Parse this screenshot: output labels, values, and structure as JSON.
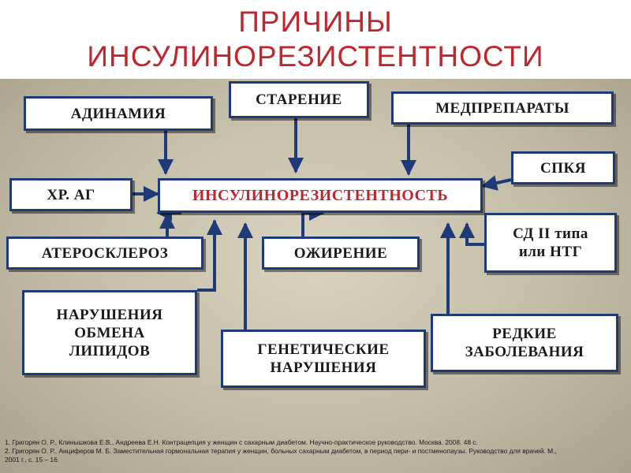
{
  "title": {
    "line1": "ПРИЧИНЫ",
    "line2": "ИНСУЛИНОРЕЗИСТЕНТНОСТИ"
  },
  "center": "ИНСУЛИНОРЕЗИСТЕНТНОСТЬ",
  "causes": {
    "adinamia": "АДИНАМИЯ",
    "starenie": "СТАРЕНИЕ",
    "medpreparaty": "МЕДПРЕПАРАТЫ",
    "spkya": "СПКЯ",
    "hr_ag": "ХР. АГ",
    "sd2_line1": "СД II типа",
    "sd2_line2": "или НТГ",
    "ateroskleroz": "АТЕРОСКЛЕРОЗ",
    "ozhirenie": "ОЖИРЕНИЕ",
    "lipid_line1": "НАРУШЕНИЯ",
    "lipid_line2": "ОБМЕНА",
    "lipid_line3": "ЛИПИДОВ",
    "genetic_line1": "ГЕНЕТИЧЕСКИЕ",
    "genetic_line2": "НАРУШЕНИЯ",
    "rare_line1": "РЕДКИЕ",
    "rare_line2": "ЗАБОЛЕВАНИЯ"
  },
  "references": [
    "1. Григорян О. Р., Клинышкова Е.В., Андреева Е.Н. Контрацепция у женщин с сахарным диабетом. Научно-практическое руководство. Москва. 2008. 48 с.",
    "2. Григорян О. Р., Анциферов М. Б. Заместительная гормональная терапия у женщин, больных сахарным диабетом, в период пери- и постменопаузы. Руководство для врачей. М.,",
    "2001 г., с. 15 – 16."
  ],
  "colors": {
    "title": "#c0272d",
    "border": "#1e3a78",
    "background": "#c3bca6"
  }
}
